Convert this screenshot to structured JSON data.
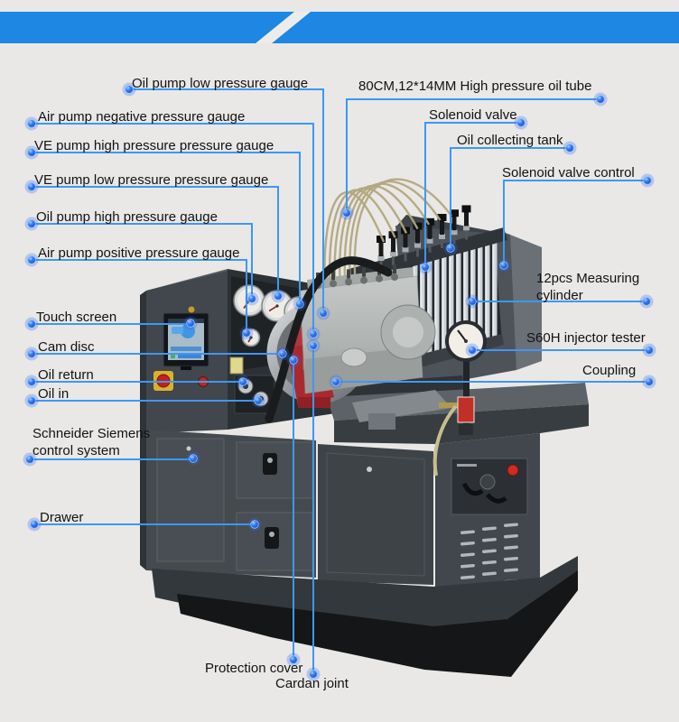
{
  "colors": {
    "background": "#e9e8e6",
    "banner": "#1d87e3",
    "line": "#3e97f5",
    "dot": "#2a6df0",
    "machine_gray": "#42484d",
    "machine_dark": "#24292d",
    "accent_red": "#b5343b",
    "silver": "#b7bab8"
  },
  "labels": {
    "left": [
      {
        "id": "oil-pump-low-pressure-gauge",
        "text": "Oil pump low pressure gauge"
      },
      {
        "id": "air-pump-negative-pressure-gauge",
        "text": "Air pump negative pressure gauge"
      },
      {
        "id": "ve-pump-high-pressure-pressure-gauge",
        "text": "VE pump high pressure pressure gauge"
      },
      {
        "id": "ve-pump-low-pressure-pressure-gauge",
        "text": "VE pump low pressure pressure gauge"
      },
      {
        "id": "oil-pump-high-pressure-gauge",
        "text": "Oil pump high pressure gauge"
      },
      {
        "id": "air-pump-positive-pressure-gauge",
        "text": "Air pump positive pressure gauge"
      },
      {
        "id": "touch-screen",
        "text": "Touch screen"
      },
      {
        "id": "cam-disc",
        "text": "Cam disc"
      },
      {
        "id": "oil-return",
        "text": "Oil return"
      },
      {
        "id": "oil-in",
        "text": "Oil in"
      },
      {
        "id": "schneider-siemens-control-system",
        "text": "Schneider Siemens control system"
      },
      {
        "id": "drawer",
        "text": "Drawer"
      }
    ],
    "right": [
      {
        "id": "high-pressure-oil-tube",
        "text": "80CM,12*14MM High pressure oil tube"
      },
      {
        "id": "solenoid-valve",
        "text": "Solenoid valve"
      },
      {
        "id": "oil-collecting-tank",
        "text": "Oil collecting tank"
      },
      {
        "id": "solenoid-valve-control",
        "text": "Solenoid valve control"
      },
      {
        "id": "measuring-cylinder",
        "text": "12pcs Measuring cylinder"
      },
      {
        "id": "s60h-injector-tester",
        "text": "S60H injector tester"
      },
      {
        "id": "coupling",
        "text": "Coupling"
      }
    ],
    "bottom": [
      {
        "id": "protection-cover",
        "text": "Protection cover"
      },
      {
        "id": "cardan-joint",
        "text": "Cardan joint"
      }
    ]
  }
}
